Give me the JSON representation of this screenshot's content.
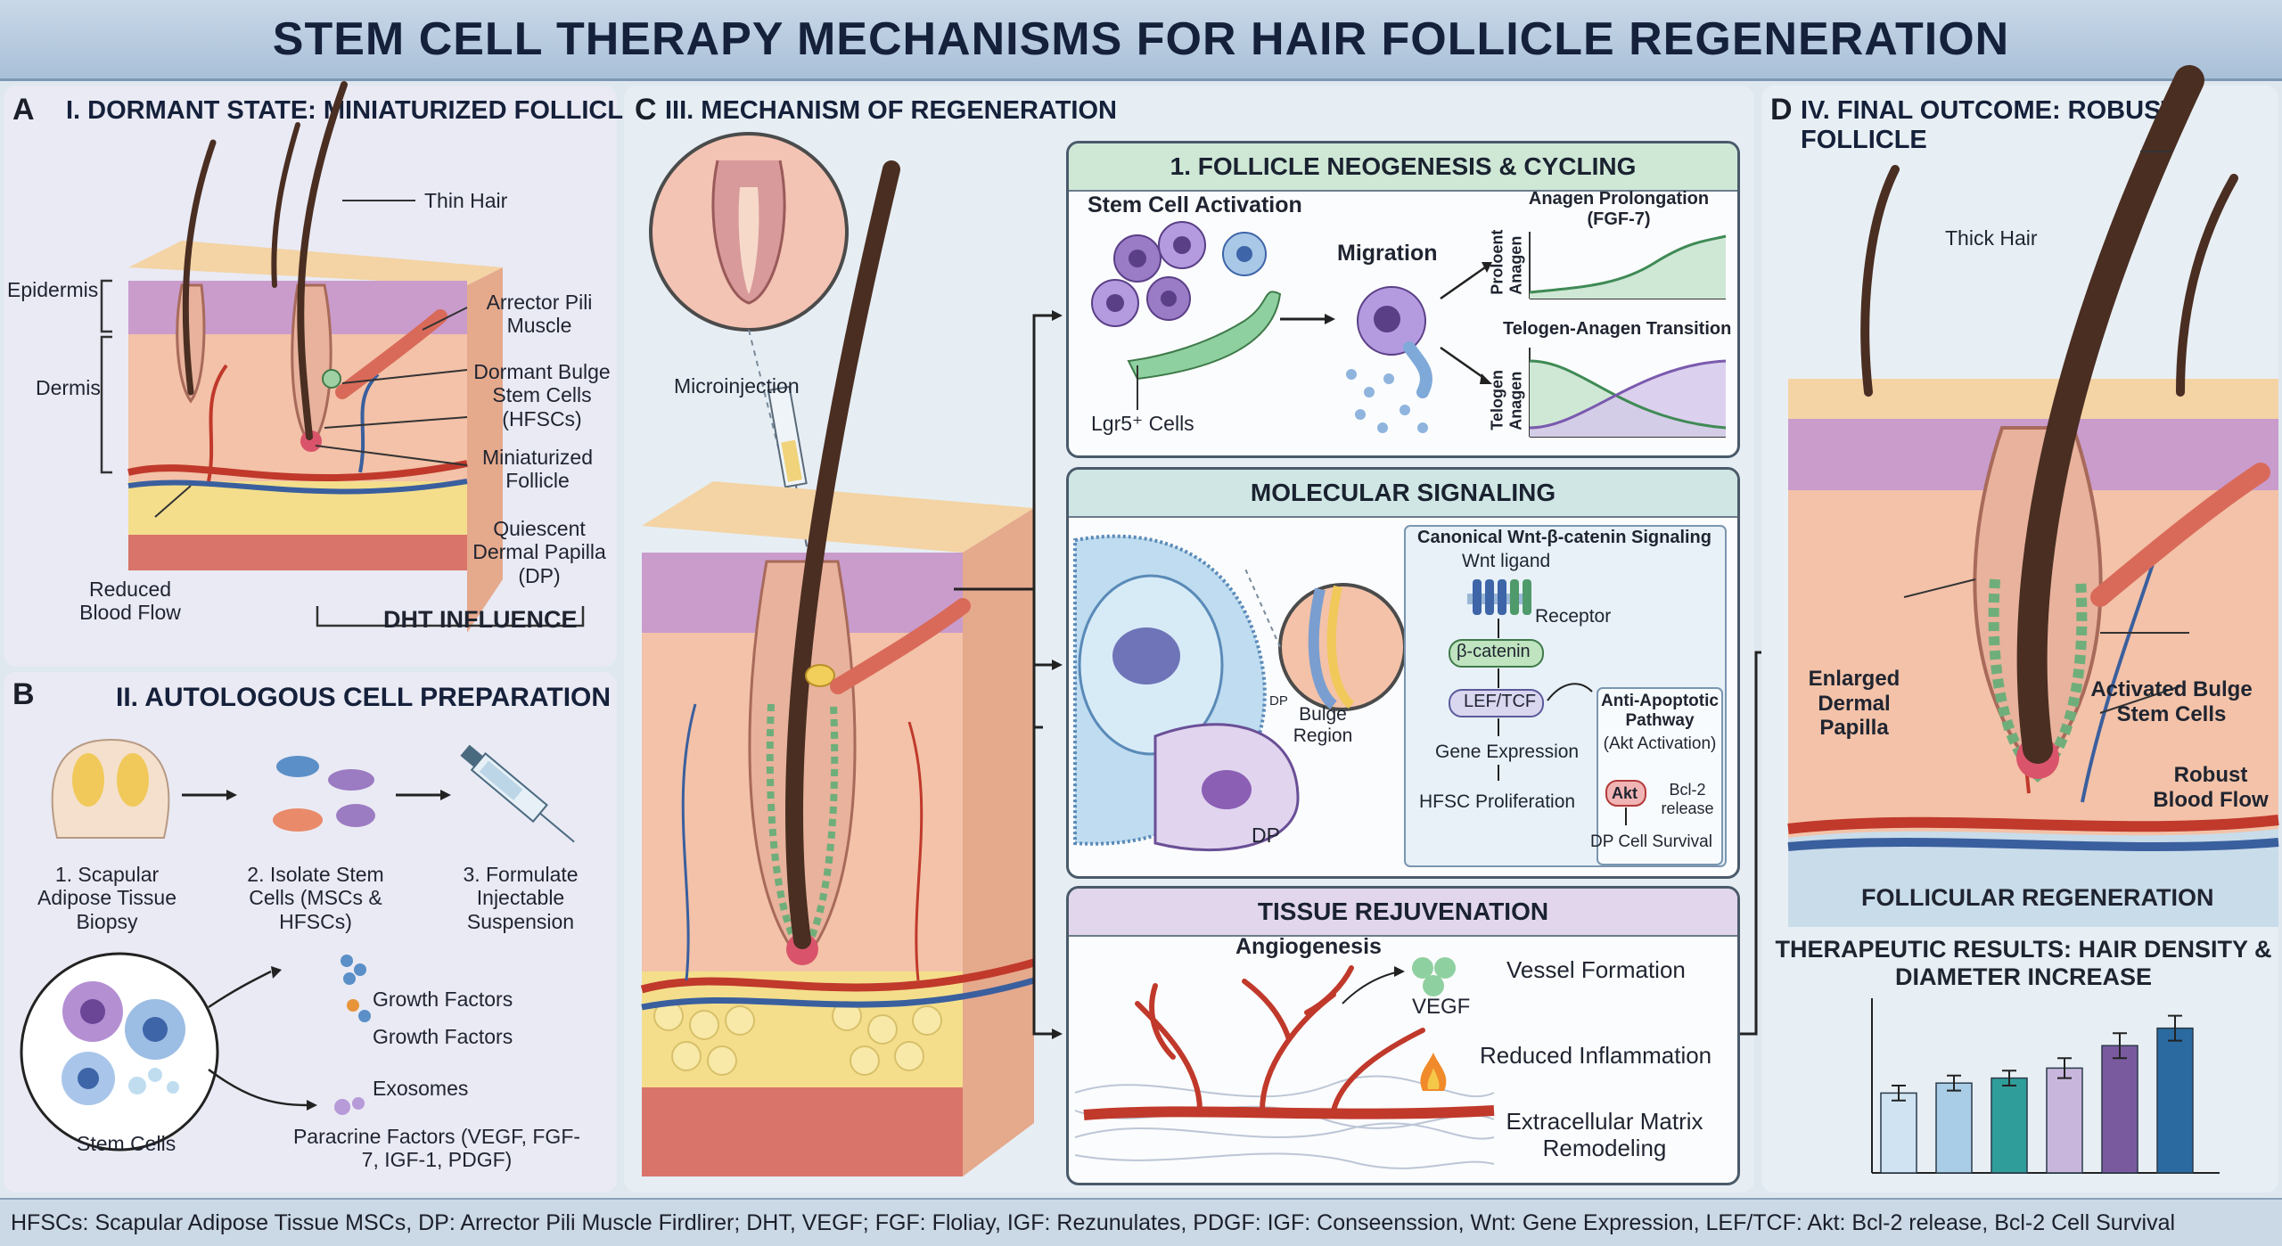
{
  "title": "STEM CELL THERAPY MECHANISMS FOR HAIR FOLLICLE REGENERATION",
  "panelA": {
    "letter": "A",
    "title": "I. DORMANT STATE: MINIATURIZED FOLLICLE",
    "labels": {
      "thin_hair": "Thin Hair",
      "epidermis": "Epidermis",
      "dermis": "Dermis",
      "arrector": "Arrector Pili Muscle",
      "dormant_bulge": "Dormant Bulge Stem Cells (HFSCs)",
      "miniaturized": "Miniaturized Follicle",
      "quiescent": "Quiescent Dermal Papilla (DP)",
      "reduced_blood": "Reduced Blood Flow",
      "dht": "DHT INFLUENCE"
    }
  },
  "panelB": {
    "letter": "B",
    "title": "II. AUTOLOGOUS CELL PREPARATION",
    "steps": [
      "1. Scapular Adipose Tissue Biopsy",
      "2. Isolate Stem Cells (MSCs & HFSCs)",
      "3. Formulate Injectable Suspension"
    ],
    "stem_cells": "Stem Cells",
    "factors": [
      "Growth Factors",
      "Growth Factors",
      "Exosomes"
    ],
    "paracrine": "Paracrine Factors (VEGF, FGF-7, IGF-1, PDGF)"
  },
  "panelC": {
    "letter": "C",
    "title": "III. MECHANISM OF REGENERATION",
    "microinjection": "Microinjection",
    "box1": {
      "title": "1. FOLLICLE NEOGENESIS & CYCLING",
      "activation": "Stem Cell Activation",
      "lgr5": "Lgr5⁺ Cells",
      "migration": "Migration",
      "anagen_title": "Anagen Prolongation (FGF-7)",
      "anagen_axis": "Proloent Anagen",
      "transition_title": "Telogen-Anagen Transition",
      "telogen_axis": "Telogen Anagen"
    },
    "box2": {
      "title": "MOLECULAR SIGNALING",
      "wnt_title": "Canonical Wnt-β-catenin Signaling",
      "wnt_ligand": "Wnt ligand",
      "receptor": "Receptor",
      "beta_catenin": "β-catenin",
      "lef_tcf": "LEF/TCF",
      "gene_expression": "Gene Expression",
      "hfsc_prolif": "HFSC Proliferation",
      "anti_apoptotic": "Anti-Apoptotic Pathway",
      "akt_activation": "(Akt Activation)",
      "akt": "Akt",
      "bcl2": "Bcl-2 release",
      "dp_survival": "DP Cell Survival",
      "bulge_region": "Bulge Region",
      "dp": "DP",
      "dp_small": "DP"
    },
    "box3": {
      "title": "TISSUE REJUVENATION",
      "angiogenesis": "Angiogenesis",
      "vegf": "VEGF",
      "vessel": "Vessel Formation",
      "inflammation": "Reduced Inflammation",
      "ecm": "Extracellular Matrix Remodeling"
    }
  },
  "panelD": {
    "letter": "D",
    "title": "IV. FINAL OUTCOME: ROBUST FOLLICLE",
    "thick_hair": "Thick Hair",
    "enlarged_dp": "Enlarged Dermal Papilla",
    "activated_bulge": "Activated Bulge Stem Cells",
    "robust_blood": "Robust Blood Flow",
    "regeneration": "FOLLICULAR REGENERATION",
    "results_title": "THERAPEUTIC RESULTS: HAIR DENSITY & DIAMETER INCREASE"
  },
  "chart_data": {
    "type": "bar",
    "title": "THERAPEUTIC RESULTS: HAIR DENSITY & DIAMETER INCREASE",
    "xlabel": "",
    "ylabel": "",
    "values": [
      3.2,
      3.6,
      3.8,
      4.2,
      5.1,
      5.8
    ],
    "errors": [
      0.3,
      0.3,
      0.3,
      0.4,
      0.5,
      0.5
    ],
    "colors": [
      "#cfe3f3",
      "#a9cde6",
      "#2f9e9a",
      "#c8b6dc",
      "#7a5a9e",
      "#2a6aa0"
    ],
    "ylim": [
      0,
      7
    ],
    "grid": false
  },
  "footer": "HFSCs: Scapular Adipose Tissue MSCs, DP: Arrector Pili Muscle Firdlirer; DHT, VEGF; FGF: Floliay, IGF: Rezunulates, PDGF: IGF: Conseenssion, Wnt: Gene Expression, LEF/TCF: Akt: Bcl-2 release, Bcl-2 Cell Survival",
  "colors": {
    "skin": "#f2c7a8",
    "epidermis": "#c79ac4",
    "fat": "#f2dc8a",
    "hair": "#4a2e22",
    "vessel": "#c0392b",
    "vein": "#3a5f9e",
    "box1_head": "#cfe8d6",
    "box2_head": "#cfe6e4",
    "box3_head": "#e1d6ec"
  }
}
